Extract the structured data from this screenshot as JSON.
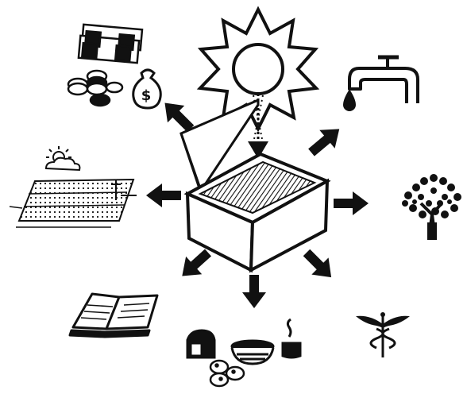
{
  "figure": {
    "center": {
      "label": "",
      "icon": "solar-cooker-box-icon"
    },
    "source": {
      "icon": "sun-icon"
    },
    "benefits": [
      {
        "icon": "money-icon",
        "direction": "upper-left"
      },
      {
        "icon": "water-tap-icon",
        "direction": "upper-right"
      },
      {
        "icon": "irrigated-farmland-icon",
        "direction": "left"
      },
      {
        "icon": "tree-icon",
        "direction": "right"
      },
      {
        "icon": "open-book-icon",
        "direction": "lower-left"
      },
      {
        "icon": "food-icon",
        "direction": "down"
      },
      {
        "icon": "medical-caduceus-icon",
        "direction": "lower-right"
      }
    ],
    "money_symbol": "$",
    "colors": {
      "ink": "#111111",
      "paper": "#ffffff"
    }
  }
}
